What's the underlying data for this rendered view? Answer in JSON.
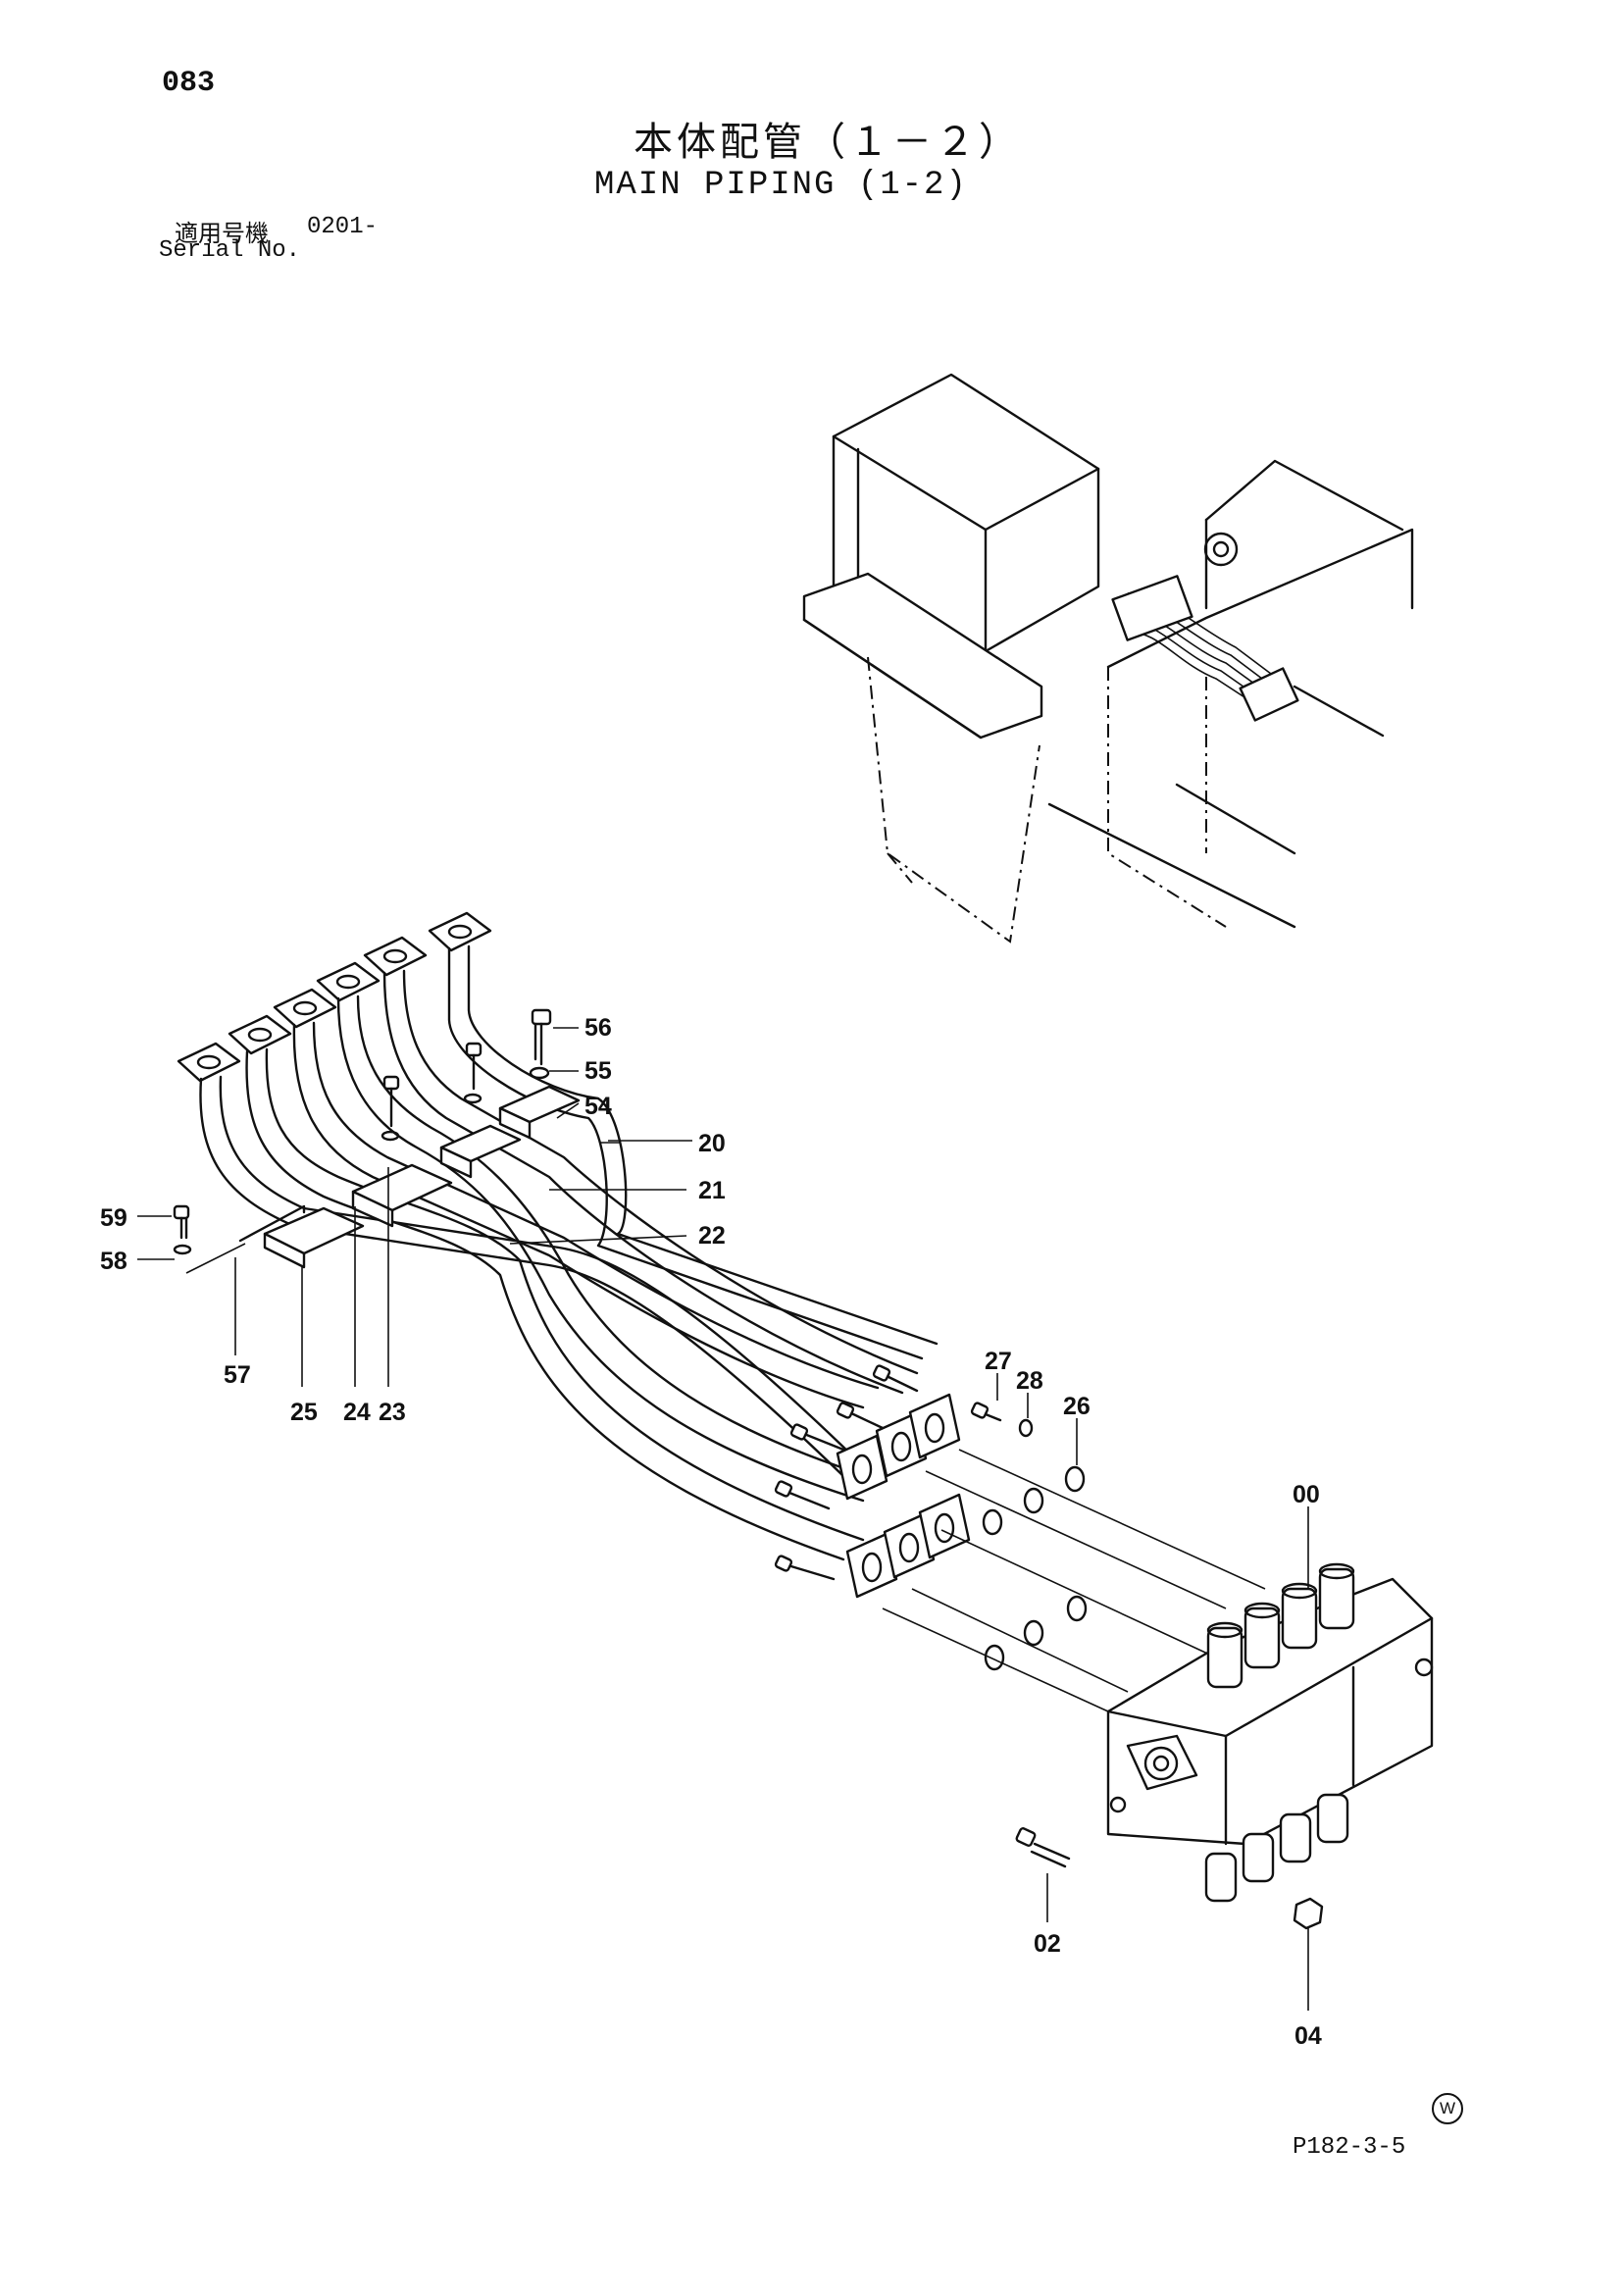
{
  "page": {
    "number": "083",
    "title_jp": "本体配管（１－２）",
    "title_en": "MAIN PIPING (1-2)",
    "serial_label_jp": "適用号機",
    "serial_label_en": "Serial No.",
    "serial_value": "0201-",
    "figure_ref": "P182-3-5",
    "mark": "W"
  },
  "callouts": [
    {
      "id": "56",
      "label": "56"
    },
    {
      "id": "55",
      "label": "55"
    },
    {
      "id": "54",
      "label": "54"
    },
    {
      "id": "20",
      "label": "20"
    },
    {
      "id": "21",
      "label": "21"
    },
    {
      "id": "22",
      "label": "22"
    },
    {
      "id": "59",
      "label": "59"
    },
    {
      "id": "58",
      "label": "58"
    },
    {
      "id": "57",
      "label": "57"
    },
    {
      "id": "25",
      "label": "25"
    },
    {
      "id": "24",
      "label": "24"
    },
    {
      "id": "23",
      "label": "23"
    },
    {
      "id": "27",
      "label": "27"
    },
    {
      "id": "28",
      "label": "28"
    },
    {
      "id": "26",
      "label": "26"
    },
    {
      "id": "00",
      "label": "00"
    },
    {
      "id": "02",
      "label": "02"
    },
    {
      "id": "04",
      "label": "04"
    }
  ]
}
